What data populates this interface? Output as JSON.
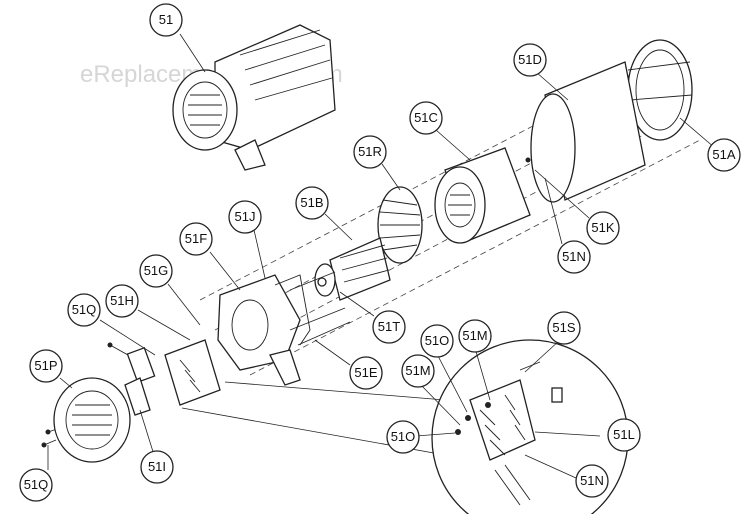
{
  "watermark": "eReplacementParts.com",
  "callouts": [
    {
      "id": "51"
    },
    {
      "id": "51D"
    },
    {
      "id": "51A"
    },
    {
      "id": "51C"
    },
    {
      "id": "51R"
    },
    {
      "id": "51B"
    },
    {
      "id": "51J"
    },
    {
      "id": "51K"
    },
    {
      "id": "51N"
    },
    {
      "id": "51F"
    },
    {
      "id": "51G"
    },
    {
      "id": "51H"
    },
    {
      "id": "51Q"
    },
    {
      "id": "51T"
    },
    {
      "id": "51E"
    },
    {
      "id": "51P"
    },
    {
      "id": "51I"
    },
    {
      "id": "51Q"
    },
    {
      "id": "51O"
    },
    {
      "id": "51M"
    },
    {
      "id": "51S"
    },
    {
      "id": "51M"
    },
    {
      "id": "51O"
    },
    {
      "id": "51L"
    },
    {
      "id": "51N"
    }
  ]
}
